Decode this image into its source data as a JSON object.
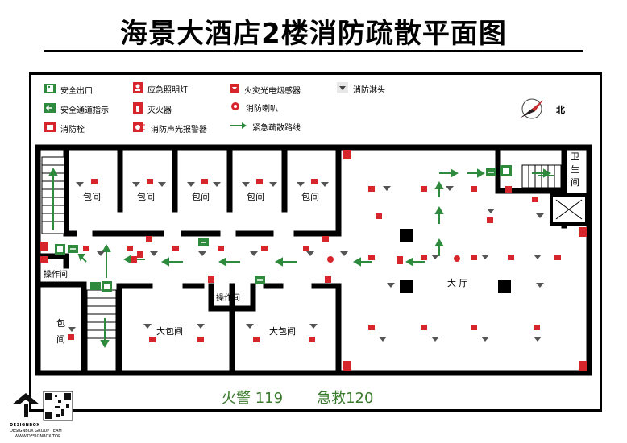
{
  "title": "海景大酒店2楼消防疏散平面图",
  "legend": {
    "exit": "安全出口",
    "exit_sign": "安全通道指示",
    "hydrant": "消防栓",
    "emergency_light": "应急照明灯",
    "extinguisher": "灭火器",
    "alarm": "消防声光报警器",
    "smoke_detector": "火灾光电烟感器",
    "speaker": "消防喇叭",
    "route": "紧急疏散路线",
    "sprinkler": "消防淋头"
  },
  "north": "北",
  "rooms": {
    "private": "包间",
    "private_vertical_1": "包",
    "private_vertical_2": "间",
    "large_private": "大包间",
    "hall": "大 厅",
    "operation_room": "操作间",
    "restroom_1": "卫",
    "restroom_2": "生",
    "restroom_3": "间"
  },
  "phones": {
    "fire": "火警 119",
    "ambulance": "急救120"
  },
  "brand": {
    "name": "DESIGNBOX",
    "team": "DESIGNBOX GROUP TEAM",
    "url": "WWW.DESIGNBOX.TOP"
  },
  "colors": {
    "wall": "#000000",
    "route": "#2e8b3e",
    "detector": "#d7262b",
    "phone_text": "#3a7a2c"
  }
}
